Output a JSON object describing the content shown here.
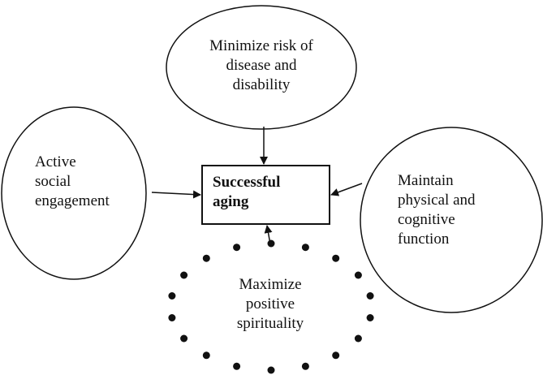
{
  "nodes": {
    "top": {
      "lines": [
        "Minimize risk of",
        "disease and",
        "disability"
      ]
    },
    "left": {
      "lines": [
        "Active",
        "social",
        "engagement"
      ]
    },
    "right": {
      "lines": [
        "Maintain",
        "physical and",
        "cognitive",
        "function"
      ]
    },
    "bottom": {
      "lines": [
        "Maximize",
        "positive",
        "spirituality"
      ]
    },
    "center": {
      "lines": [
        "Successful",
        "aging"
      ]
    }
  },
  "colors": {
    "stroke": "#111111",
    "background": "#ffffff"
  }
}
